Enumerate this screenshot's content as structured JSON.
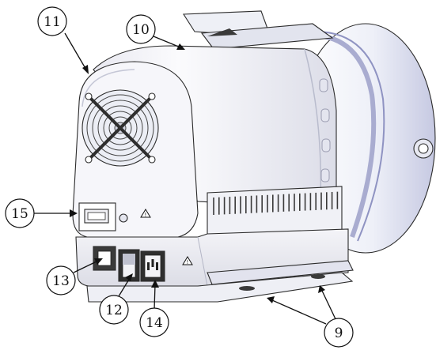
{
  "callouts": [
    {
      "id": "callout-9",
      "label": "9"
    },
    {
      "id": "callout-10",
      "label": "10"
    },
    {
      "id": "callout-11",
      "label": "11"
    },
    {
      "id": "callout-12",
      "label": "12"
    },
    {
      "id": "callout-13",
      "label": "13"
    },
    {
      "id": "callout-14",
      "label": "14"
    },
    {
      "id": "callout-15",
      "label": "15"
    }
  ],
  "colors": {
    "body_light": "#f7f7fb",
    "body_shade": "#d9dbe6",
    "blue_tint": "#c8cbe8",
    "outline": "#2b2b2b",
    "dark_part": "#3a3a3a"
  },
  "icons": [
    "fan-grille-icon",
    "warning-triangle-icon",
    "power-switch-icon",
    "power-socket-icon"
  ]
}
